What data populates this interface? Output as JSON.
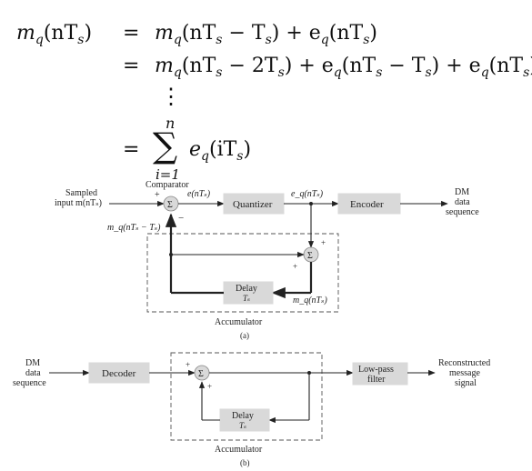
{
  "equation": {
    "lhs": "m",
    "lhs_sub": "q",
    "lhs_arg": "(nT",
    "lhs_arg_sub": "s",
    "lhs_arg_end": ")",
    "eq_sign": "=",
    "line1": "m",
    "line1_rest": "(nT",
    "line1_rest2": " − T",
    "line1_rest3": ") + e",
    "line1_rest4": "(nT",
    "line1_rest5": ")",
    "line2_a": "(nT",
    "line2_b": " − 2T",
    "line2_c": ") + e",
    "line2_d": "(nT",
    "line2_e": " − T",
    "line2_f": ") + e",
    "line2_g": "(nT",
    "line2_h": ")",
    "sum_upper": "n",
    "sum_lower": "i=1",
    "sum_symbol": "∑",
    "sum_term": "e",
    "sum_term_arg": "(iT",
    "sum_term_end": ")",
    "vdots": "⋮"
  },
  "diagram_a": {
    "input_label_1": "Sampled",
    "input_label_2": "input m(nTₛ)",
    "comparator": "Comparator",
    "error_label": "e(nTₛ)",
    "quantizer": "Quantizer",
    "eq_label": "e_q(nTₛ)",
    "encoder": "Encoder",
    "output_label_1": "DM",
    "output_label_2": "data",
    "output_label_3": "sequence",
    "feedback_label": "m_q(nTₛ − Tₛ)",
    "delay_1": "Delay",
    "delay_2": "Tₛ",
    "mq_label": "m_q(nTₛ)",
    "accumulator": "Accumulator",
    "caption": "(a)",
    "sigma": "Σ",
    "plus": "+",
    "minus": "−"
  },
  "diagram_b": {
    "input_label_1": "DM",
    "input_label_2": "data",
    "input_label_3": "sequence",
    "decoder": "Decoder",
    "delay_1": "Delay",
    "delay_2": "Tₛ",
    "lowpass_1": "Low-pass",
    "lowpass_2": "filter",
    "output_label_1": "Reconstructed",
    "output_label_2": "message",
    "output_label_3": "signal",
    "accumulator": "Accumulator",
    "caption": "(b)",
    "sigma": "Σ",
    "plus": "+"
  }
}
